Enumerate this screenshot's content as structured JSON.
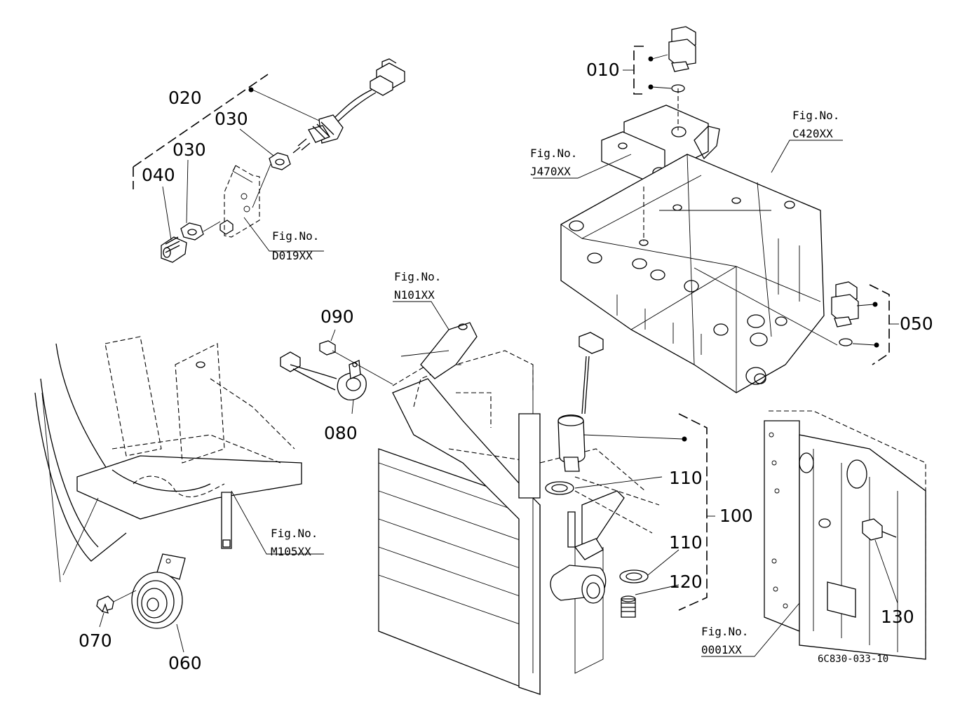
{
  "parts": {
    "p010": "010",
    "p020": "020",
    "p030a": "030",
    "p030b": "030",
    "p040": "040",
    "p050": "050",
    "p060": "060",
    "p070": "070",
    "p080": "080",
    "p090": "090",
    "p100": "100",
    "p110a": "110",
    "p110b": "110",
    "p120": "120",
    "p130": "130"
  },
  "figrefs": {
    "fig_label": "Fig.No.",
    "d019": "D019XX",
    "j470": "J470XX",
    "c420": "C420XX",
    "n101": "N101XX",
    "m105": "M105XX",
    "f0001": "0001XX"
  },
  "doc_code": "6C830-033-10"
}
